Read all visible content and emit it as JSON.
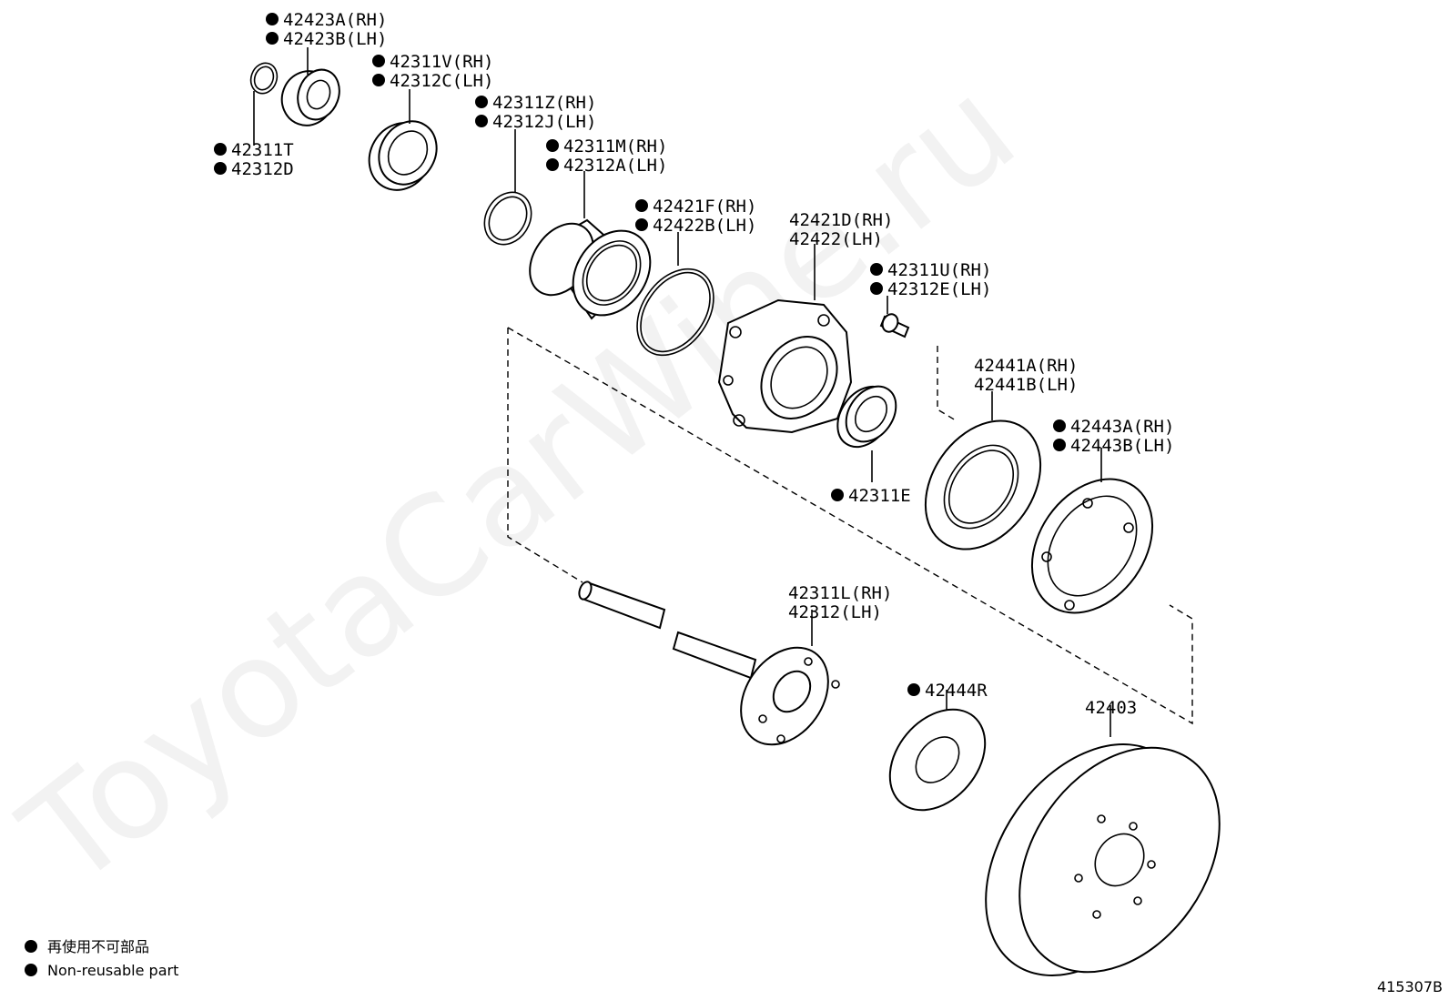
{
  "watermark": "ToyotaCarWine.ru",
  "parts": [
    {
      "id": "p1",
      "lines": [
        "42423A(RH)",
        "42423B(LH)"
      ],
      "nonreusable": true
    },
    {
      "id": "p2",
      "lines": [
        "42311V(RH)",
        "42312C(LH)"
      ],
      "nonreusable": true
    },
    {
      "id": "p3",
      "lines": [
        "42311Z(RH)",
        "42312J(LH)"
      ],
      "nonreusable": true
    },
    {
      "id": "p4",
      "lines": [
        "42311T",
        "42312D"
      ],
      "nonreusable": true
    },
    {
      "id": "p5",
      "lines": [
        "42311M(RH)",
        "42312A(LH)"
      ],
      "nonreusable": true
    },
    {
      "id": "p6",
      "lines": [
        "42421F(RH)",
        "42422B(LH)"
      ],
      "nonreusable": true
    },
    {
      "id": "p7",
      "lines": [
        "42421D(RH)",
        "42422(LH)"
      ],
      "nonreusable": false
    },
    {
      "id": "p8",
      "lines": [
        "42311U(RH)",
        "42312E(LH)"
      ],
      "nonreusable": true
    },
    {
      "id": "p9",
      "lines": [
        "42441A(RH)",
        "42441B(LH)"
      ],
      "nonreusable": false
    },
    {
      "id": "p10",
      "lines": [
        "42443A(RH)",
        "42443B(LH)"
      ],
      "nonreusable": true
    },
    {
      "id": "p11",
      "lines": [
        "42311E"
      ],
      "nonreusable": true
    },
    {
      "id": "p12",
      "lines": [
        "42311L(RH)",
        "42312(LH)"
      ],
      "nonreusable": false
    },
    {
      "id": "p13",
      "lines": [
        "42444R"
      ],
      "nonreusable": true
    },
    {
      "id": "p14",
      "lines": [
        "42403"
      ],
      "nonreusable": false
    }
  ],
  "legend": {
    "jp": "再使用不可部品",
    "en": "Non-reusable part"
  },
  "diagram_code": "415307B"
}
